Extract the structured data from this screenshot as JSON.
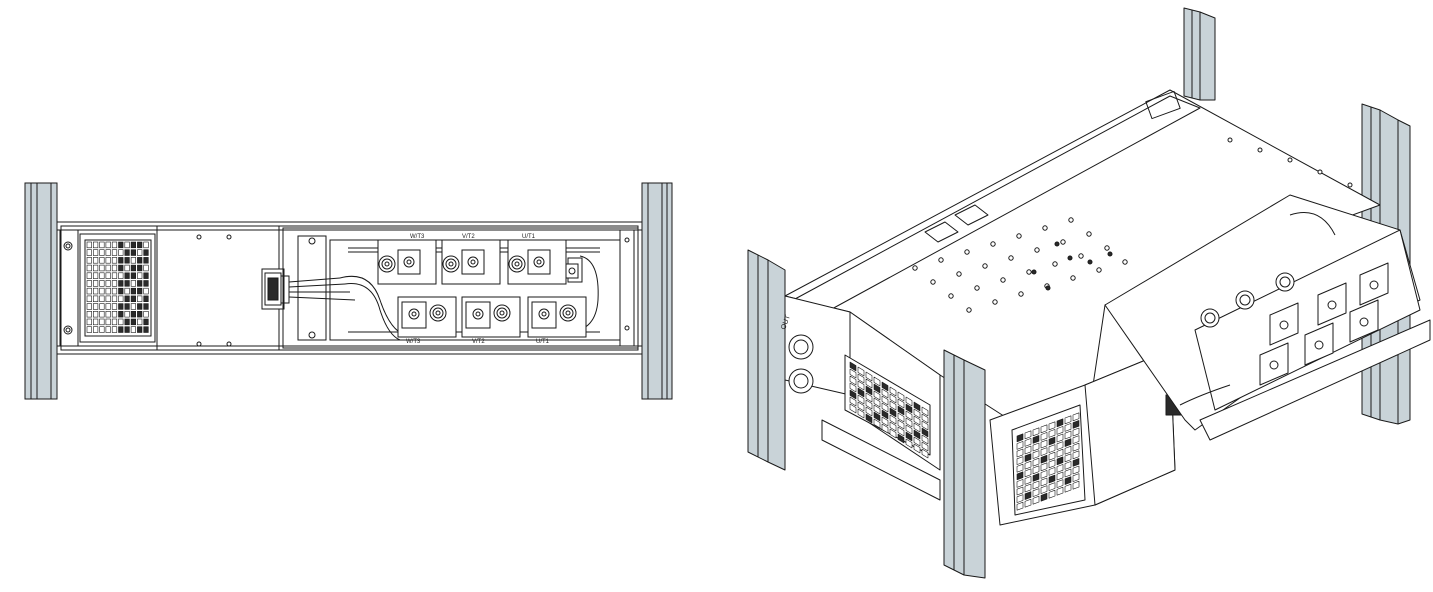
{
  "figure": {
    "views": [
      {
        "id": "front",
        "description_label": ""
      },
      {
        "id": "isometric",
        "description_label": ""
      }
    ]
  },
  "terminals": {
    "top": [
      "W/T3",
      "V/T2",
      "U/T1"
    ],
    "bottom": [
      "W/T3",
      "V/T2",
      "U/T1"
    ]
  },
  "labels": {
    "iso_out": "OUT"
  },
  "colors": {
    "rail_fill": "#c9d3d8",
    "line": "#1a1a1a",
    "panel_fill": "#ffffff",
    "grille_fill": "#2a2a2a"
  }
}
